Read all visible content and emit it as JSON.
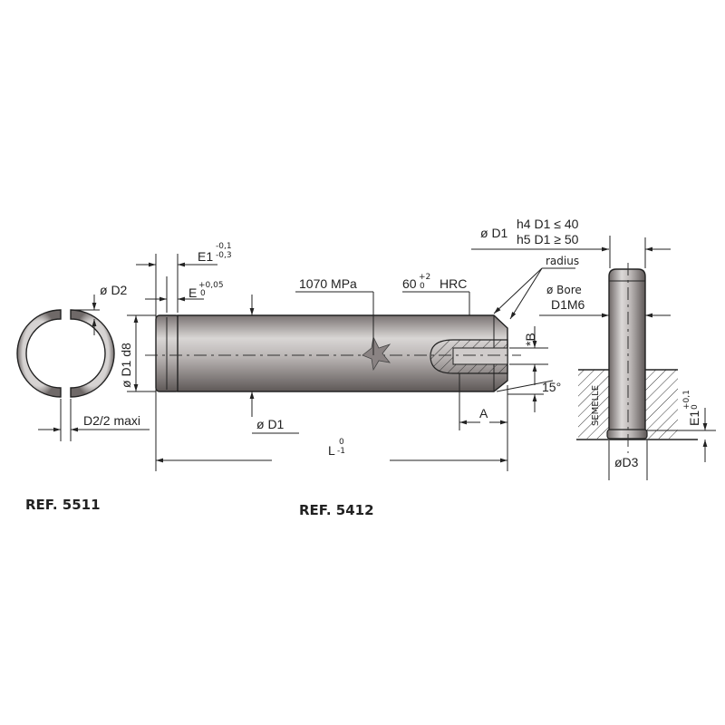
{
  "drawing": {
    "ring": {
      "ref": "REF. 5511",
      "diameter_label": "ø D2",
      "gap_label": "D2/2 maxi"
    },
    "pin": {
      "ref": "REF. 5412",
      "groove_width": {
        "base": "E1",
        "upper": "-0,1",
        "lower": "-0,3"
      },
      "groove_pos": {
        "base": "E",
        "upper": "+0,05",
        "lower": "0"
      },
      "groove_diameter": "ø D1 d8",
      "strength": "1070 MPa",
      "hardness": {
        "base": "60",
        "upper": "+2",
        "lower": "0",
        "unit": "HRC"
      },
      "body_diameter": "ø D1",
      "length": {
        "base": "L",
        "upper": "0",
        "lower": "-1"
      },
      "bore_depth": "A",
      "bore_diameter": "*B",
      "angle": "15°"
    },
    "tolerance": {
      "prefix": "ø D1",
      "line1": "h4  D1  ≤  40",
      "line2": "h5  D1  ≥  50"
    },
    "radius_label": "radius",
    "bore": {
      "line1": "ø Bore",
      "line2": "D1M6"
    },
    "mount": {
      "plate_label": "SEMELLE",
      "base_diameter": "øD3",
      "depth": {
        "base": "E1",
        "upper": "+0,1",
        "lower": "0"
      }
    }
  }
}
